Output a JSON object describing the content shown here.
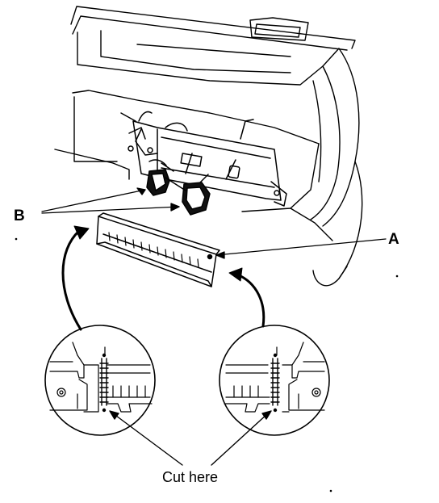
{
  "labels": {
    "a": "A",
    "b": "B",
    "cut_here": "Cut here"
  },
  "colors": {
    "ink": "#000000",
    "paper": "#ffffff"
  }
}
